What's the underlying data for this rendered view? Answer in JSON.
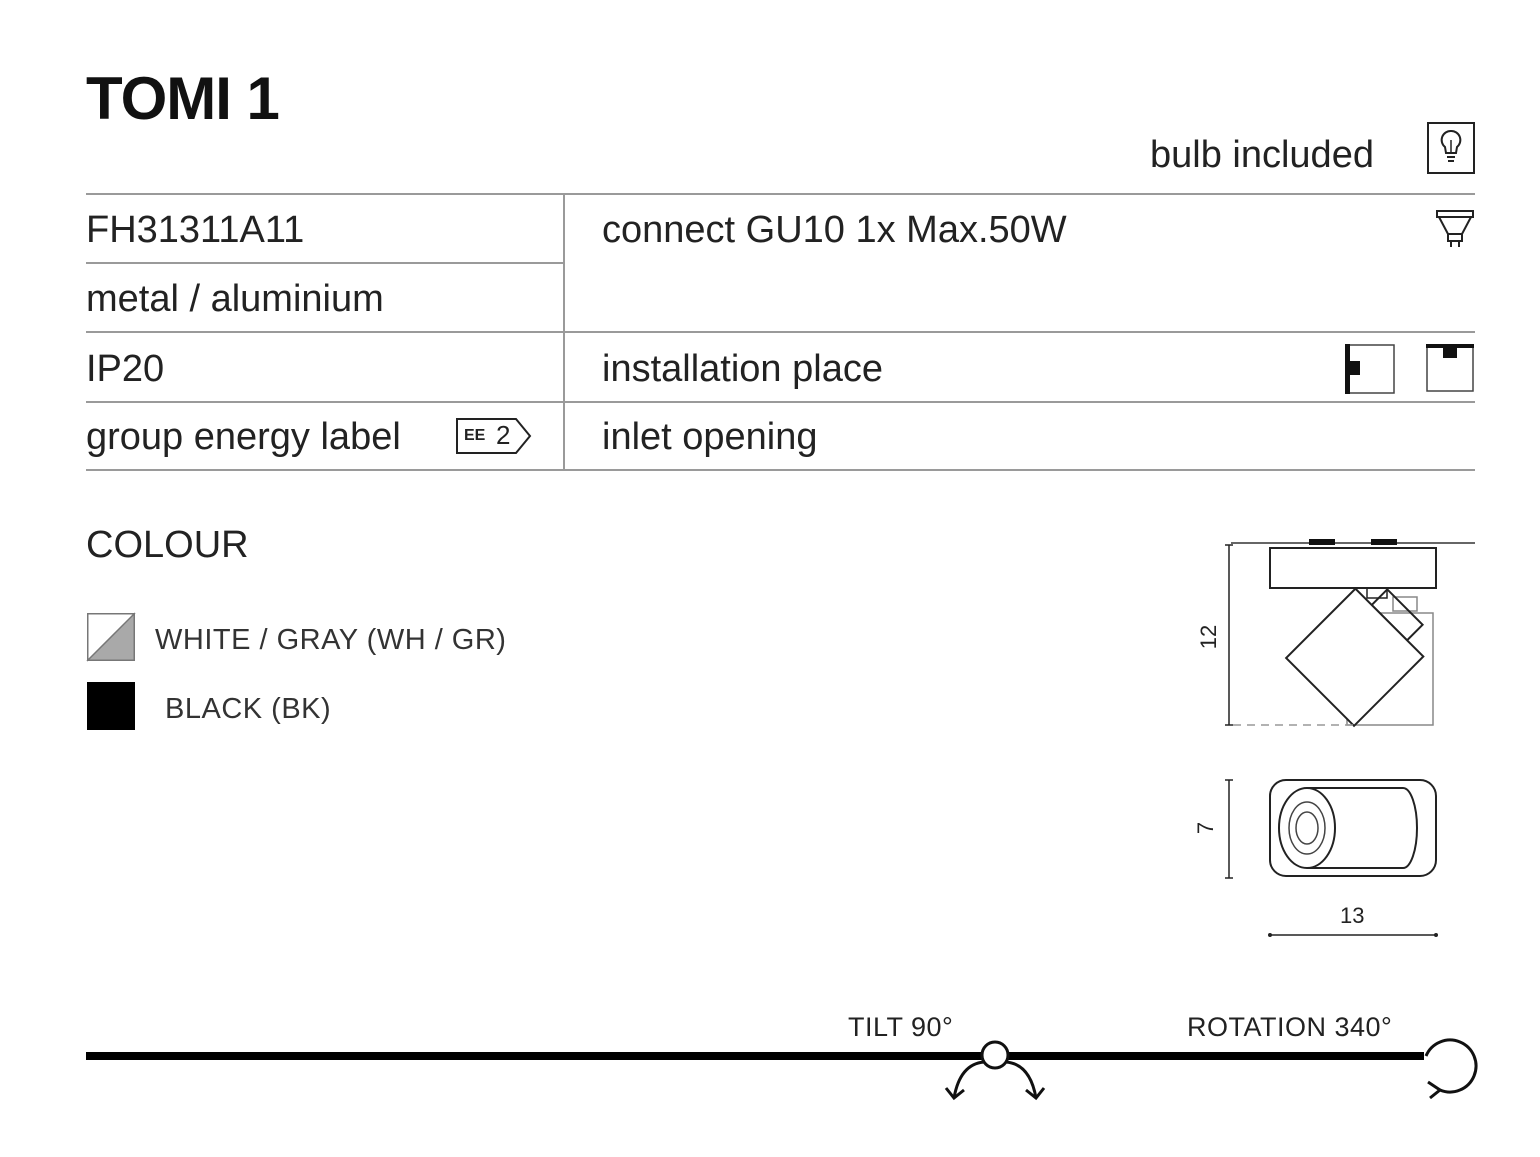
{
  "header": {
    "title": "TOMI 1",
    "bulb_included": "bulb included"
  },
  "specs": {
    "product_code": "FH31311A11",
    "material": "metal / aluminium",
    "ip_rating": "IP20",
    "energy_label_text": "group energy label",
    "energy_badge_prefix": "EE",
    "energy_badge_value": "2",
    "socket": "connect GU10 1x Max.50W",
    "installation": "installation place",
    "inlet": "inlet opening"
  },
  "colour": {
    "title": "COLOUR",
    "options": [
      {
        "label": "WHITE / GRAY (WH / GR)"
      },
      {
        "label": "BLACK (BK)"
      }
    ]
  },
  "dimensions": {
    "height": "12",
    "depth": "7",
    "width": "13"
  },
  "features": {
    "tilt": "TILT 90°",
    "rotation": "ROTATION 340°"
  },
  "colors": {
    "text": "#1a1a1a",
    "rule": "#9a9a9a",
    "swatch_gray": "#a9a9a9",
    "swatch_black": "#000000"
  },
  "icons": [
    "bulb-icon",
    "gu10-lamp-icon",
    "wall-mount-icon",
    "ceiling-mount-icon",
    "energy-label-icon",
    "tilt-icon",
    "rotation-icon"
  ]
}
